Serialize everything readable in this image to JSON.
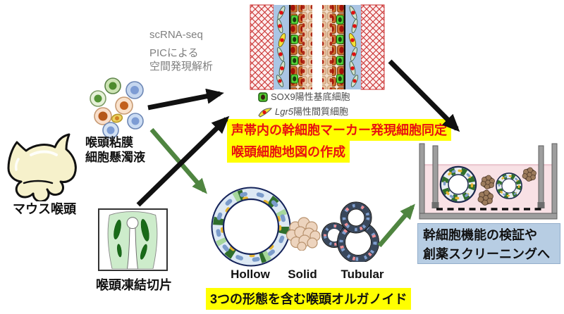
{
  "specimen": {
    "label": "マウス喉頭"
  },
  "suspension": {
    "line1": "喉頭粘膜",
    "line2": "細胞懸濁液"
  },
  "methods": {
    "scrnaseq": "scRNA-seq",
    "pic1": "PICによる",
    "pic2": "空間発現解析"
  },
  "legend": {
    "sox9": "SOX9陽性基底細胞",
    "lgr5_gene": "Lgr5",
    "lgr5_rest": "陽性間質細胞"
  },
  "findings": {
    "line1": "声帯内の幹細胞マーカー発現細胞同定",
    "line2": "喉頭細胞地図の作成"
  },
  "frozen": {
    "label": "喉頭凍結切片"
  },
  "organoids": {
    "hollow": "Hollow",
    "solid": "Solid",
    "tubular": "Tubular",
    "caption": "3つの形態を含む喉頭オルガノイド"
  },
  "outcome": {
    "line1": "幹細胞機能の検証や",
    "line2": "創薬スクリーニングへ"
  },
  "colors": {
    "highlight": "#ffff00",
    "finding_text": "#e81010",
    "arrow_black": "#111111",
    "arrow_green": "#4f8540",
    "outcome_bg": "#b7cde3",
    "method_text": "#7f7f7f",
    "tissue_muscle_hatch": "#c93030",
    "sox9_cell_green": "#55cc33",
    "lgr5_cell_yellow": "#f1e138"
  }
}
